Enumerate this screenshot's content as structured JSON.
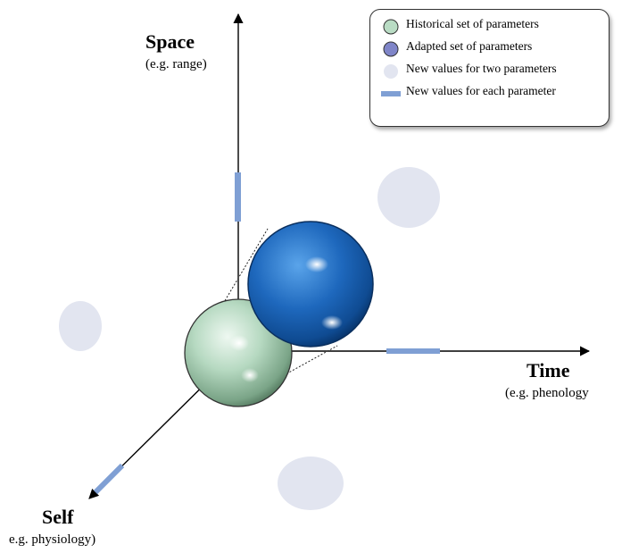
{
  "axes": {
    "space": {
      "title": "Space",
      "subtitle": "(e.g. range)"
    },
    "time": {
      "title": "Time",
      "subtitle": "(e.g. phenology"
    },
    "self": {
      "title": "Self",
      "subtitle": "e.g. physiology)"
    }
  },
  "legend": {
    "items": [
      {
        "label": "Historical set of parameters",
        "icon": "green-sphere"
      },
      {
        "label": "Adapted set of parameters",
        "icon": "blue-sphere"
      },
      {
        "label": "New values for two parameters",
        "icon": "pale-disc"
      },
      {
        "label": "New values for each parameter",
        "icon": "blue-bar"
      }
    ]
  },
  "colors": {
    "historical": "#b9dcc4",
    "adapted": "#1f6cc0",
    "pale": "#e2e5f0",
    "bar": "#7f9fd4"
  }
}
